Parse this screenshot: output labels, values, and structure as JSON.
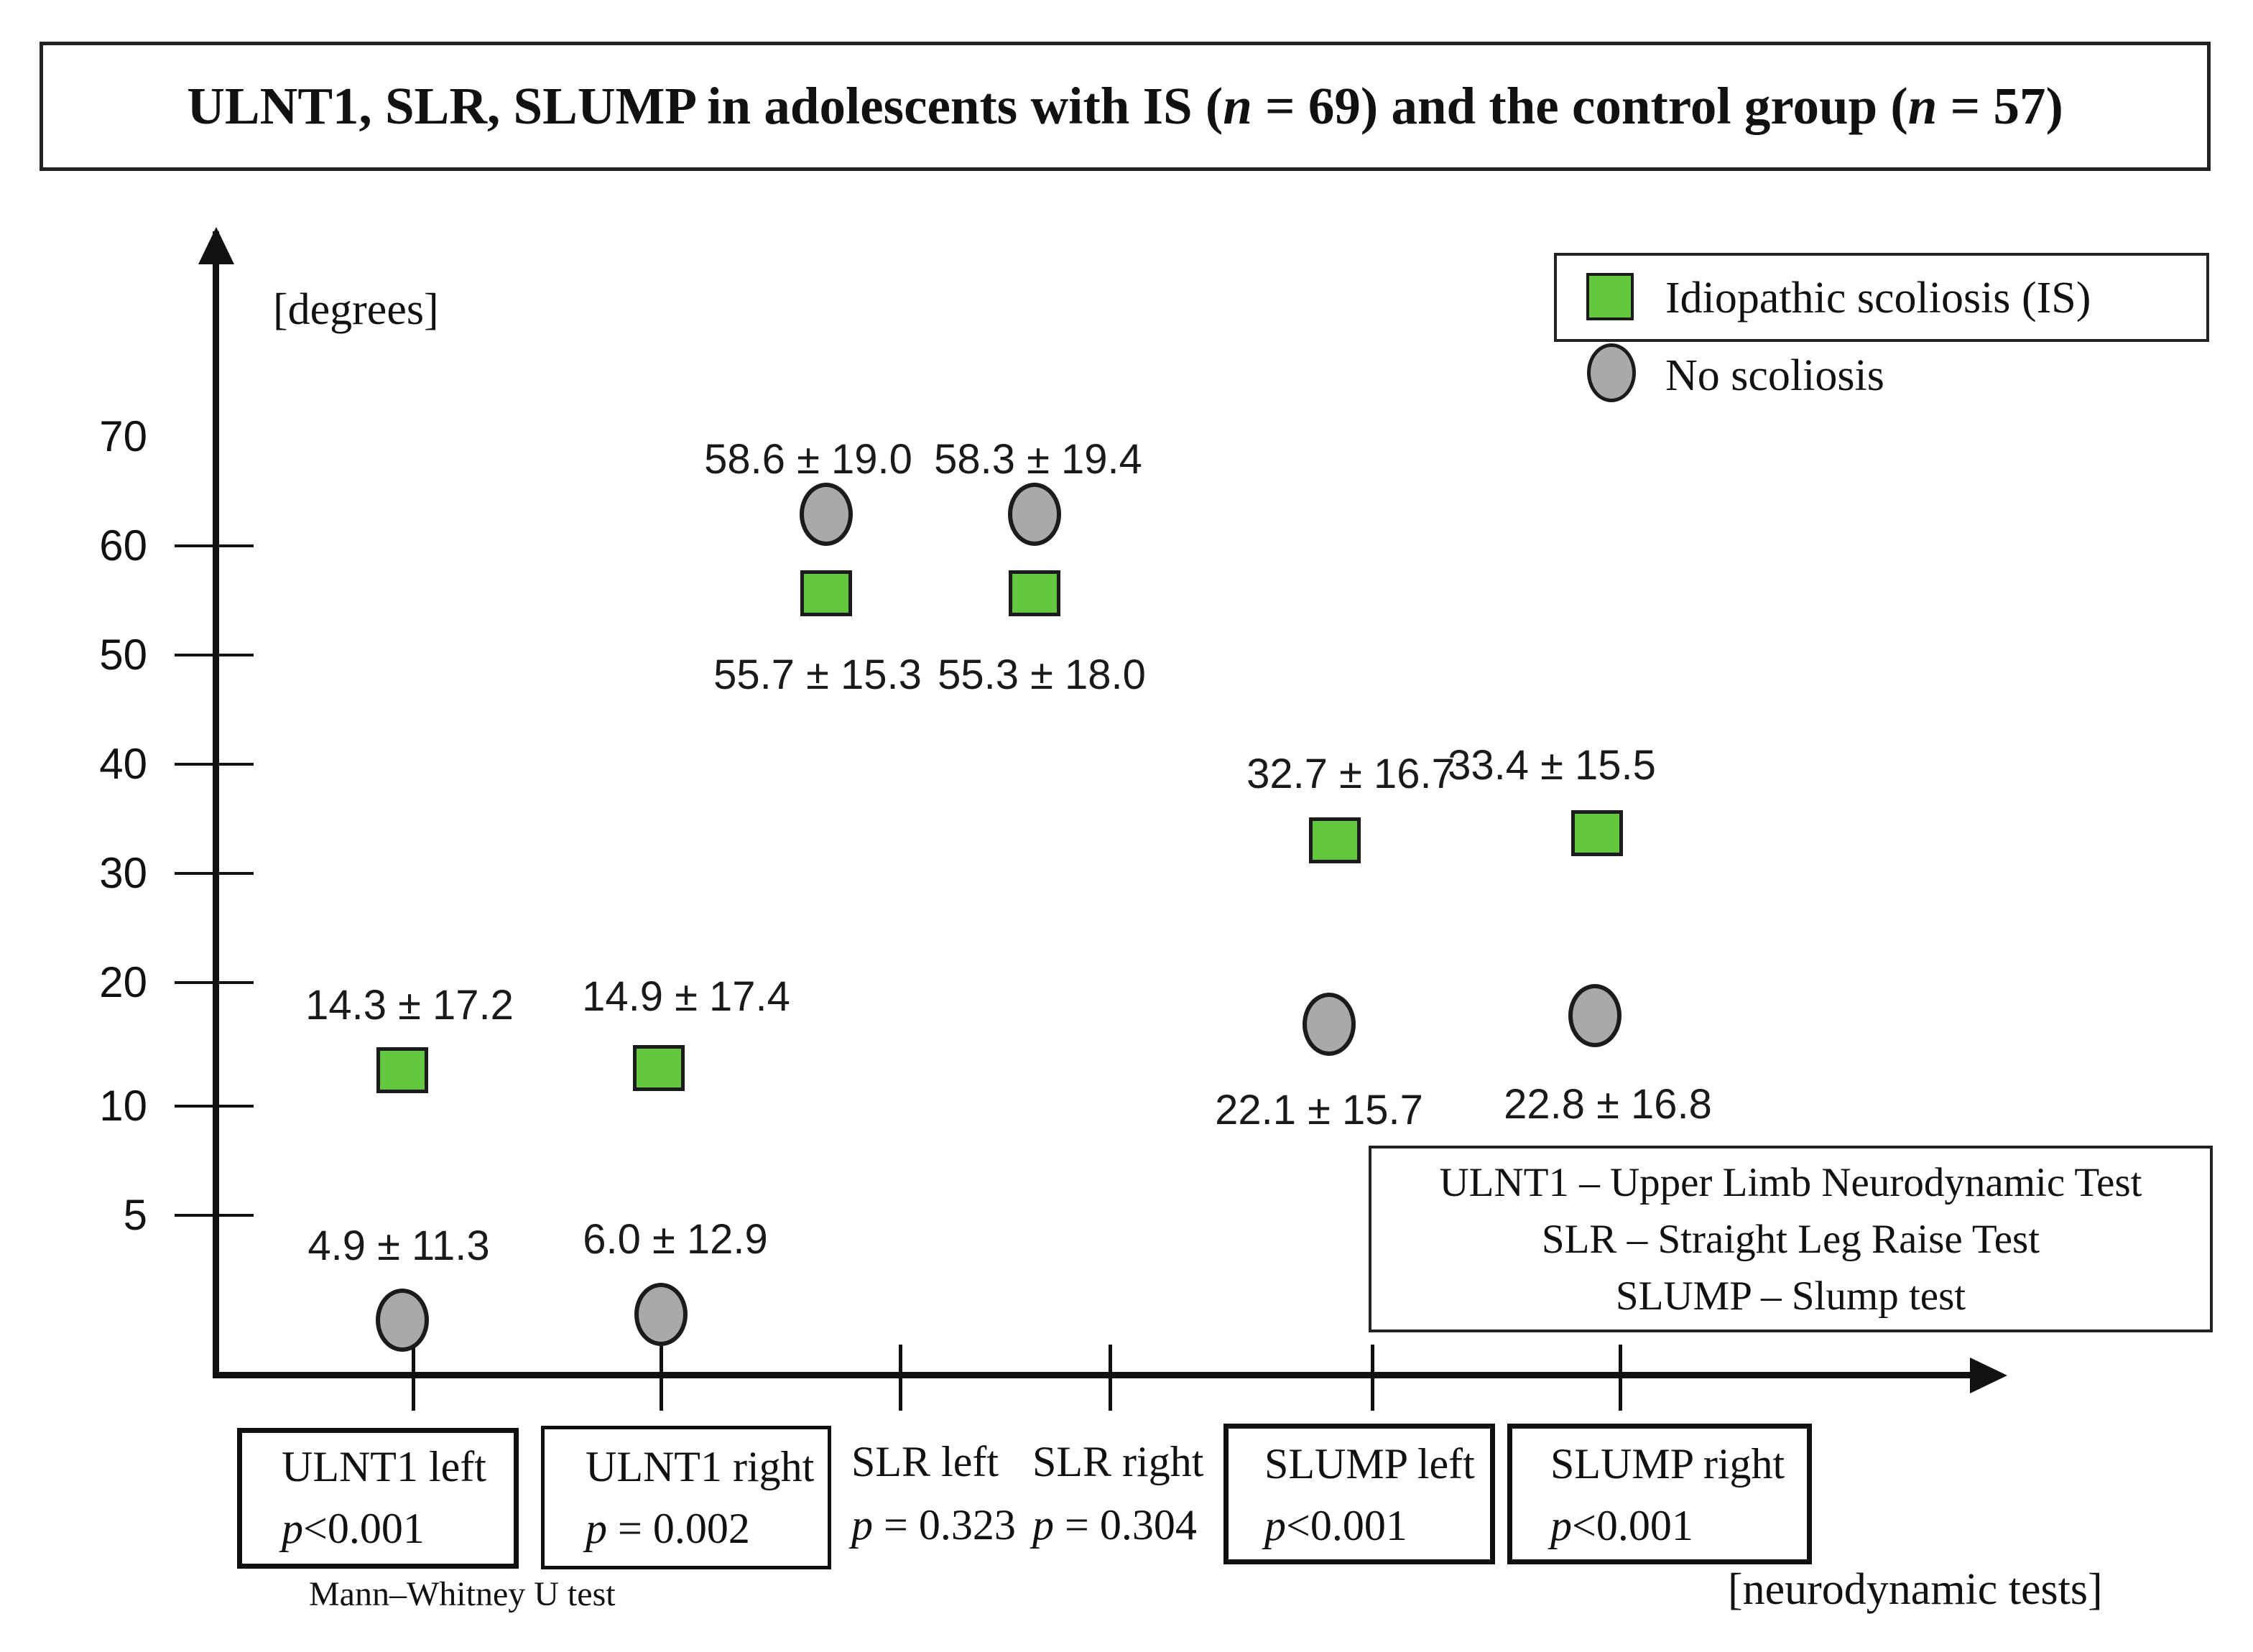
{
  "title": {
    "part1": "ULNT1, SLR, SLUMP in adolescents with IS (",
    "n1": "n",
    "part2": " = 69) and the control group (",
    "n2": "n",
    "part3": " = 57)"
  },
  "y_axis": {
    "unit_label": "[degrees]",
    "tick_labels": [
      "70",
      "60",
      "50",
      "40",
      "30",
      "20",
      "10",
      "5"
    ]
  },
  "x_axis": {
    "unit_label": "[neurodynamic tests]"
  },
  "legend": {
    "is_label": "Idiopathic  scoliosis (IS)",
    "is_color": "#64c83e",
    "control_label": "No scoliosis",
    "control_color": "#a9a9a9"
  },
  "footnote": "Mann–Whitney  U test",
  "definitions": [
    "ULNT1 – Upper Limb Neurodynamic Test",
    "SLR – Straight Leg Raise Test",
    "SLUMP – Slump test"
  ],
  "chart_data": {
    "type": "scatter",
    "title": "ULNT1, SLR, SLUMP in adolescents with IS (n = 69) and the control group (n = 57)",
    "n_is": 69,
    "n_control": 57,
    "categories": [
      "ULNT1 left",
      "ULNT1 right",
      "SLR left",
      "SLR right",
      "SLUMP left",
      "SLUMP right"
    ],
    "p_values": [
      "p<0.001",
      "p = 0.002",
      "p = 0.323",
      "p = 0.304",
      "p<0.001",
      "p<0.001"
    ],
    "p_boxed": [
      true,
      true,
      false,
      false,
      true,
      true
    ],
    "statistical_test": "Mann–Whitney U test",
    "ylabel": "[degrees]",
    "xlabel": "[neurodynamic tests]",
    "ylim": [
      0,
      75
    ],
    "yticks": [
      70,
      60,
      50,
      40,
      30,
      20,
      10,
      5
    ],
    "yticks_with_line": [
      60,
      50,
      40,
      30,
      20,
      10,
      5
    ],
    "series": [
      {
        "name": "Idiopathic scoliosis (IS)",
        "marker": "square",
        "color": "#64c83e",
        "means": [
          14.3,
          14.9,
          55.7,
          55.3,
          32.7,
          33.4
        ],
        "sds": [
          17.2,
          17.4,
          15.3,
          18.0,
          16.7,
          15.5
        ],
        "labels": [
          "14.3 ± 17.2",
          "14.9 ± 17.4",
          "55.7 ± 15.3",
          "55.3 ± 18.0",
          "32.7 ± 16.7",
          "33.4 ± 15.5"
        ]
      },
      {
        "name": "No scoliosis",
        "marker": "circle",
        "color": "#a9a9a9",
        "means": [
          4.9,
          6.0,
          58.6,
          58.3,
          22.1,
          22.8
        ],
        "sds": [
          11.3,
          12.9,
          19.0,
          19.4,
          15.7,
          16.8
        ],
        "labels": [
          "4.9 ± 11.3",
          "6.0 ± 12.9",
          "58.6 ± 19.0",
          "58.3 ± 19.4",
          "22.1 ± 15.7",
          "22.8 ± 16.8"
        ]
      }
    ]
  }
}
